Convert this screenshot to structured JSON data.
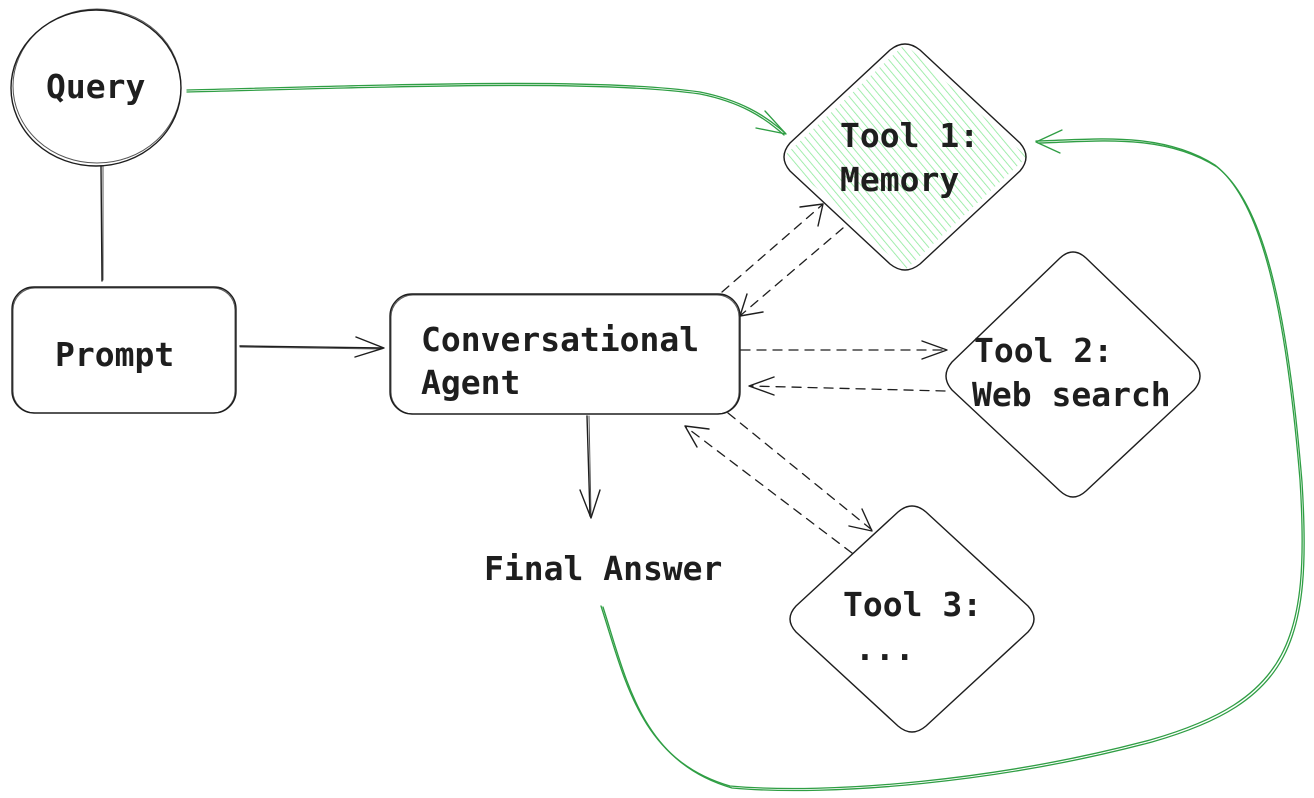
{
  "colors": {
    "stroke": "#1e1e1e",
    "accent_green": "#2f9e44",
    "memory_fill": "#b2f2bb"
  },
  "nodes": {
    "query": {
      "label": "Query"
    },
    "prompt": {
      "label": "Prompt"
    },
    "agent": {
      "line1": "Conversational",
      "line2": "Agent"
    },
    "tool1": {
      "line1": "Tool 1:",
      "line2": "Memory"
    },
    "tool2": {
      "line1": "Tool 2:",
      "line2": "Web search"
    },
    "tool3": {
      "line1": "Tool 3:",
      "line2": "..."
    },
    "final_answer": {
      "label": "Final Answer"
    }
  }
}
